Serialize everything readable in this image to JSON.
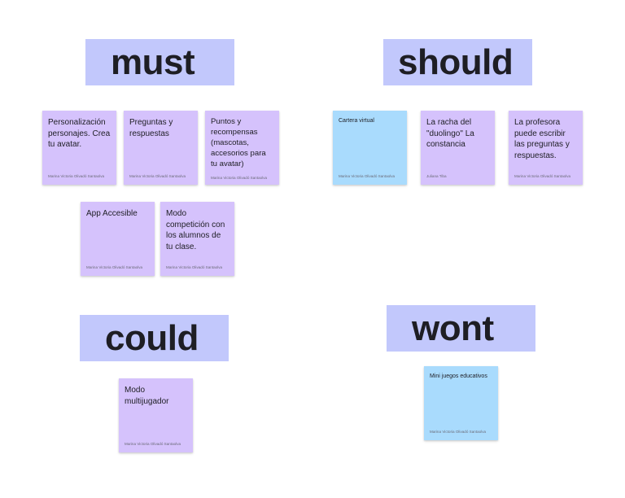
{
  "sections": {
    "must": "must",
    "should": "should",
    "could": "could",
    "wont": "wont"
  },
  "notes": {
    "personalizacion": {
      "text": "Personalización personajes. Crea tu avatar.",
      "author": "Marina Victoria Olivadó Santaolva"
    },
    "preguntas": {
      "text": "Preguntas y respuestas",
      "author": "Marina Victoria Olivadó Santaolva"
    },
    "puntos": {
      "text": "Puntos y recompensas (mascotas, accesorios para tu avatar)",
      "author": "Marina Victoria Olivadó Santaolva"
    },
    "app_accesible": {
      "text": "App Accesible",
      "author": "Marina Victoria Olivadó Santaolva"
    },
    "modo_competicion": {
      "text": "Modo competición con los alumnos de tu clase.",
      "author": "Marina Victoria Olivadó Santaolva"
    },
    "cartera": {
      "text": "Cartera virtual",
      "author": "Marina Victoria Olivadó Santaolva"
    },
    "racha": {
      "text": "La racha del \"duolingo\" La constancia",
      "author": "Juliana Tiba"
    },
    "profesora": {
      "text": "La profesora puede escribir las preguntas y respuestas.",
      "author": "Marina Victoria Olivadó Santaolva"
    },
    "multijugador": {
      "text": "Modo multijugador",
      "author": "Marina Victoria Olivadó Santaolva"
    },
    "minijuegos": {
      "text": "Mini juegos educativos",
      "author": "Marina Victoria Olivadó Santaolva"
    }
  },
  "colors": {
    "header": "#c2c8fc",
    "note_purple": "#d5c2fc",
    "note_blue": "#a9dbfd",
    "text": "#1e1e24",
    "author_text": "#6b6b78"
  }
}
